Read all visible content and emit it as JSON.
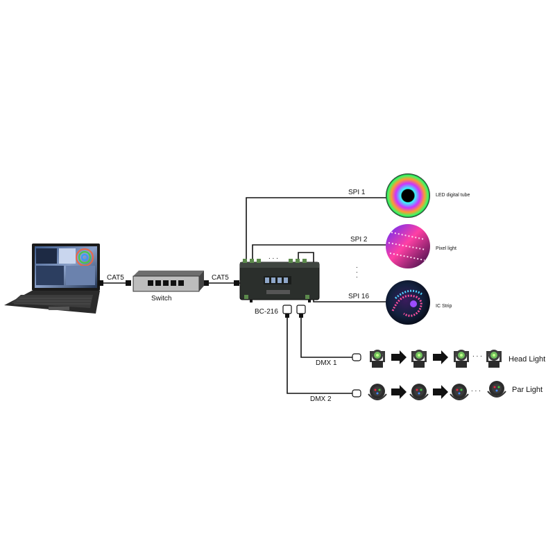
{
  "labels": {
    "cat5_left": "CAT5",
    "cat5_right": "CAT5",
    "switch": "Switch",
    "controller": "BC-216",
    "spi1": "SPI 1",
    "spi2": "SPI 2",
    "spi16": "SPI 16",
    "dmx1": "DMX 1",
    "dmx2": "DMX 2",
    "led_tube": "LED digital tube",
    "pixel_light": "Pixel light",
    "ic_strip": "IC Strip",
    "head_light": "Head Light",
    "par_light": "Par Light",
    "ellipsis_controller": ". . .",
    "ellipsis_head": ". . .",
    "ellipsis_par": ". . ."
  },
  "icons": [
    "laptop-icon",
    "switch-icon",
    "controller-icon",
    "led-tube-icon",
    "pixel-light-icon",
    "ic-strip-icon",
    "head-light-icon",
    "par-light-icon",
    "arrow-icon",
    "dmx-plug-icon"
  ],
  "colors": {
    "line": "#111111",
    "device_body": "#2b2f2c",
    "led_port": "#8fa7c9"
  }
}
